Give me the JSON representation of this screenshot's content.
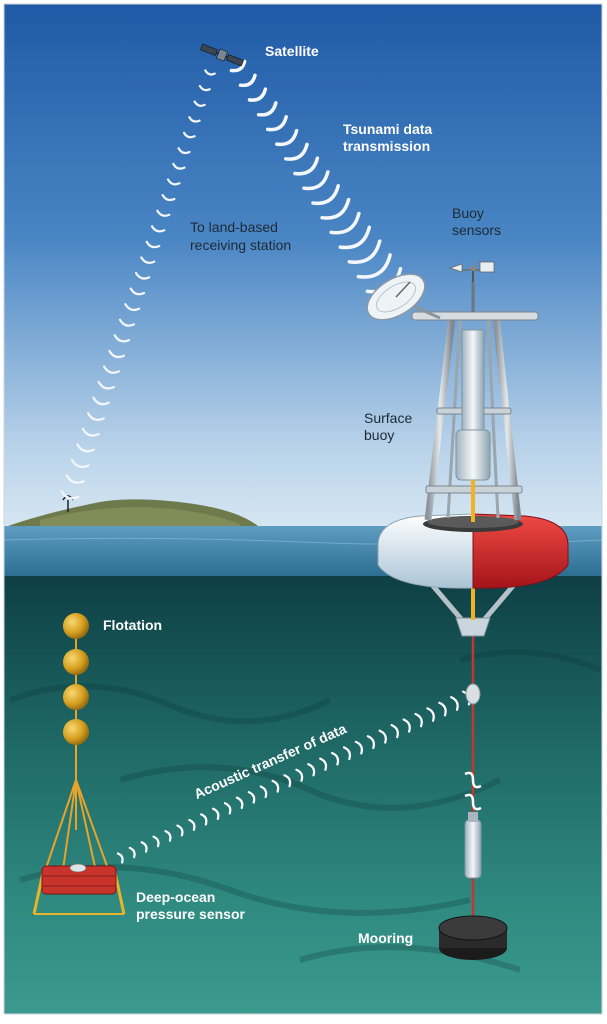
{
  "labels": {
    "satellite": "Satellite",
    "tsunami_line1": "Tsunami data",
    "tsunami_line2": "transmission",
    "land_line1": "To land-based",
    "land_line2": "receiving station",
    "buoy_sensors_line1": "Buoy",
    "buoy_sensors_line2": "sensors",
    "surface_buoy_line1": "Surface",
    "surface_buoy_line2": "buoy",
    "flotation": "Flotation",
    "acoustic": "Acoustic transfer of data",
    "pressure_line1": "Deep-ocean",
    "pressure_line2": "pressure sensor",
    "mooring": "Mooring"
  },
  "colors": {
    "sky_top": "#1f5aa6",
    "sky_bottom": "#cfe2f1",
    "ocean_deep": "#0f4a4c",
    "ocean_mid": "#2e7f7a",
    "buoy_red": "#d8262b",
    "buoy_white": "#e9eef2",
    "flotation_gold": "#d8a21f",
    "sensor_red": "#c8332c",
    "mooring_line": "#c0392b"
  }
}
